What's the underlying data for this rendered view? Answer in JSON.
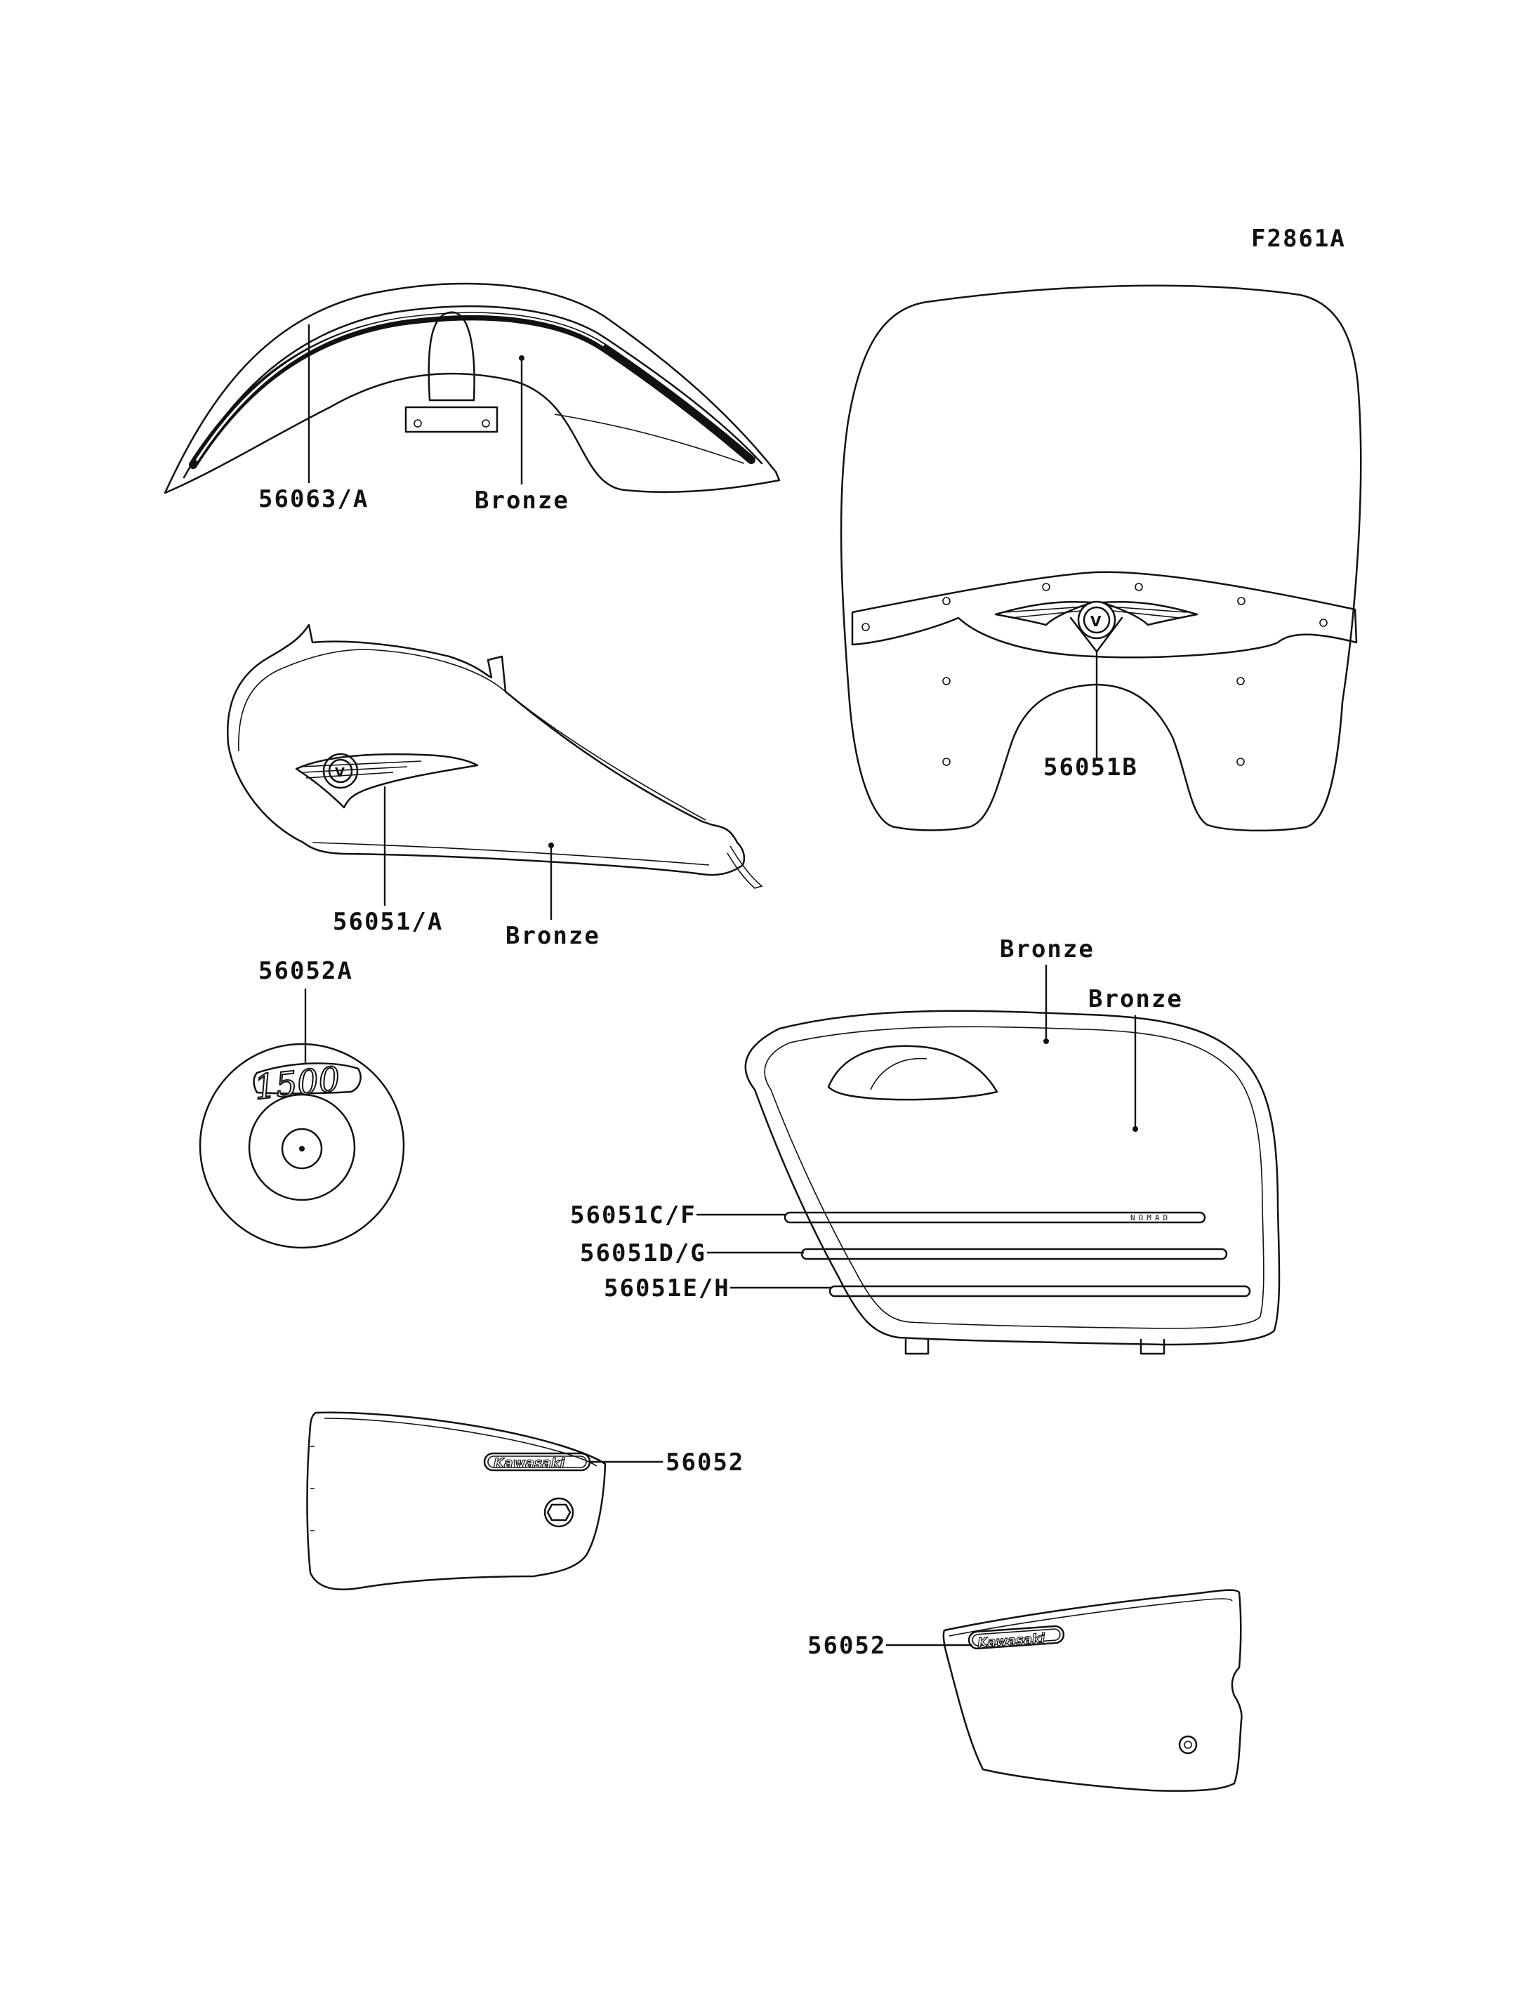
{
  "figure_code": "F2861A",
  "labels": {
    "fender_stripe": "56063/A",
    "fender_color": "Bronze",
    "windshield_emblem": "56051B",
    "tank_emblem": "56051/A",
    "tank_color": "Bronze",
    "cover_emblem": "56052A",
    "saddlebag_color_outer": "Bronze",
    "saddlebag_color_inner": "Bronze",
    "saddlebag_stripe_top": "56051C/F",
    "saddlebag_stripe_mid": "56051D/G",
    "saddlebag_stripe_bottom": "56051E/H",
    "side_cover_left": "56052",
    "side_cover_right": "56052"
  },
  "decal_text": {
    "displacement": "1500",
    "brand": "Kawasaki",
    "model": "NOMAD",
    "v_badge": "V"
  }
}
